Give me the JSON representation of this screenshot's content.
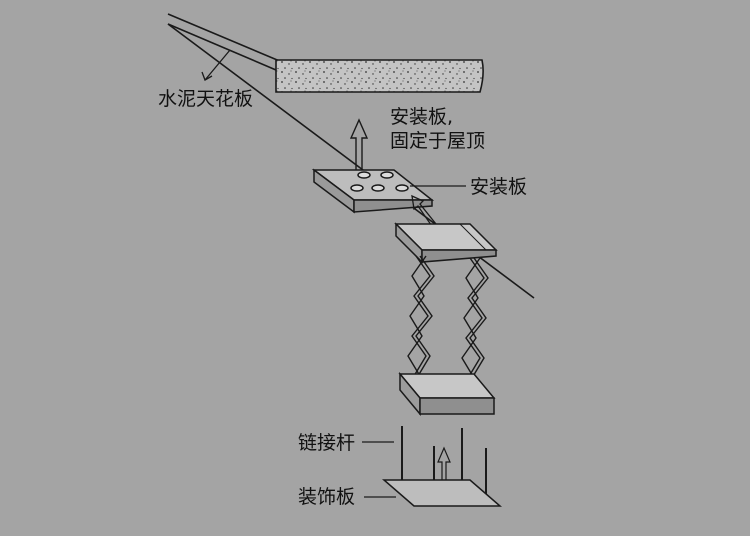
{
  "labels": {
    "cement_ceiling": "水泥天花板",
    "mount_plate_note_line1": "安装板,",
    "mount_plate_note_line2": "固定于屋顶",
    "mount_plate": "安装板",
    "link_rod": "链接杆",
    "decor_panel": "装饰板"
  },
  "colors": {
    "background": "#a4a4a4",
    "line": "#1a1a1a",
    "panel_fill": "#bdbdbd",
    "concrete_fill": "#c4c4c4"
  }
}
